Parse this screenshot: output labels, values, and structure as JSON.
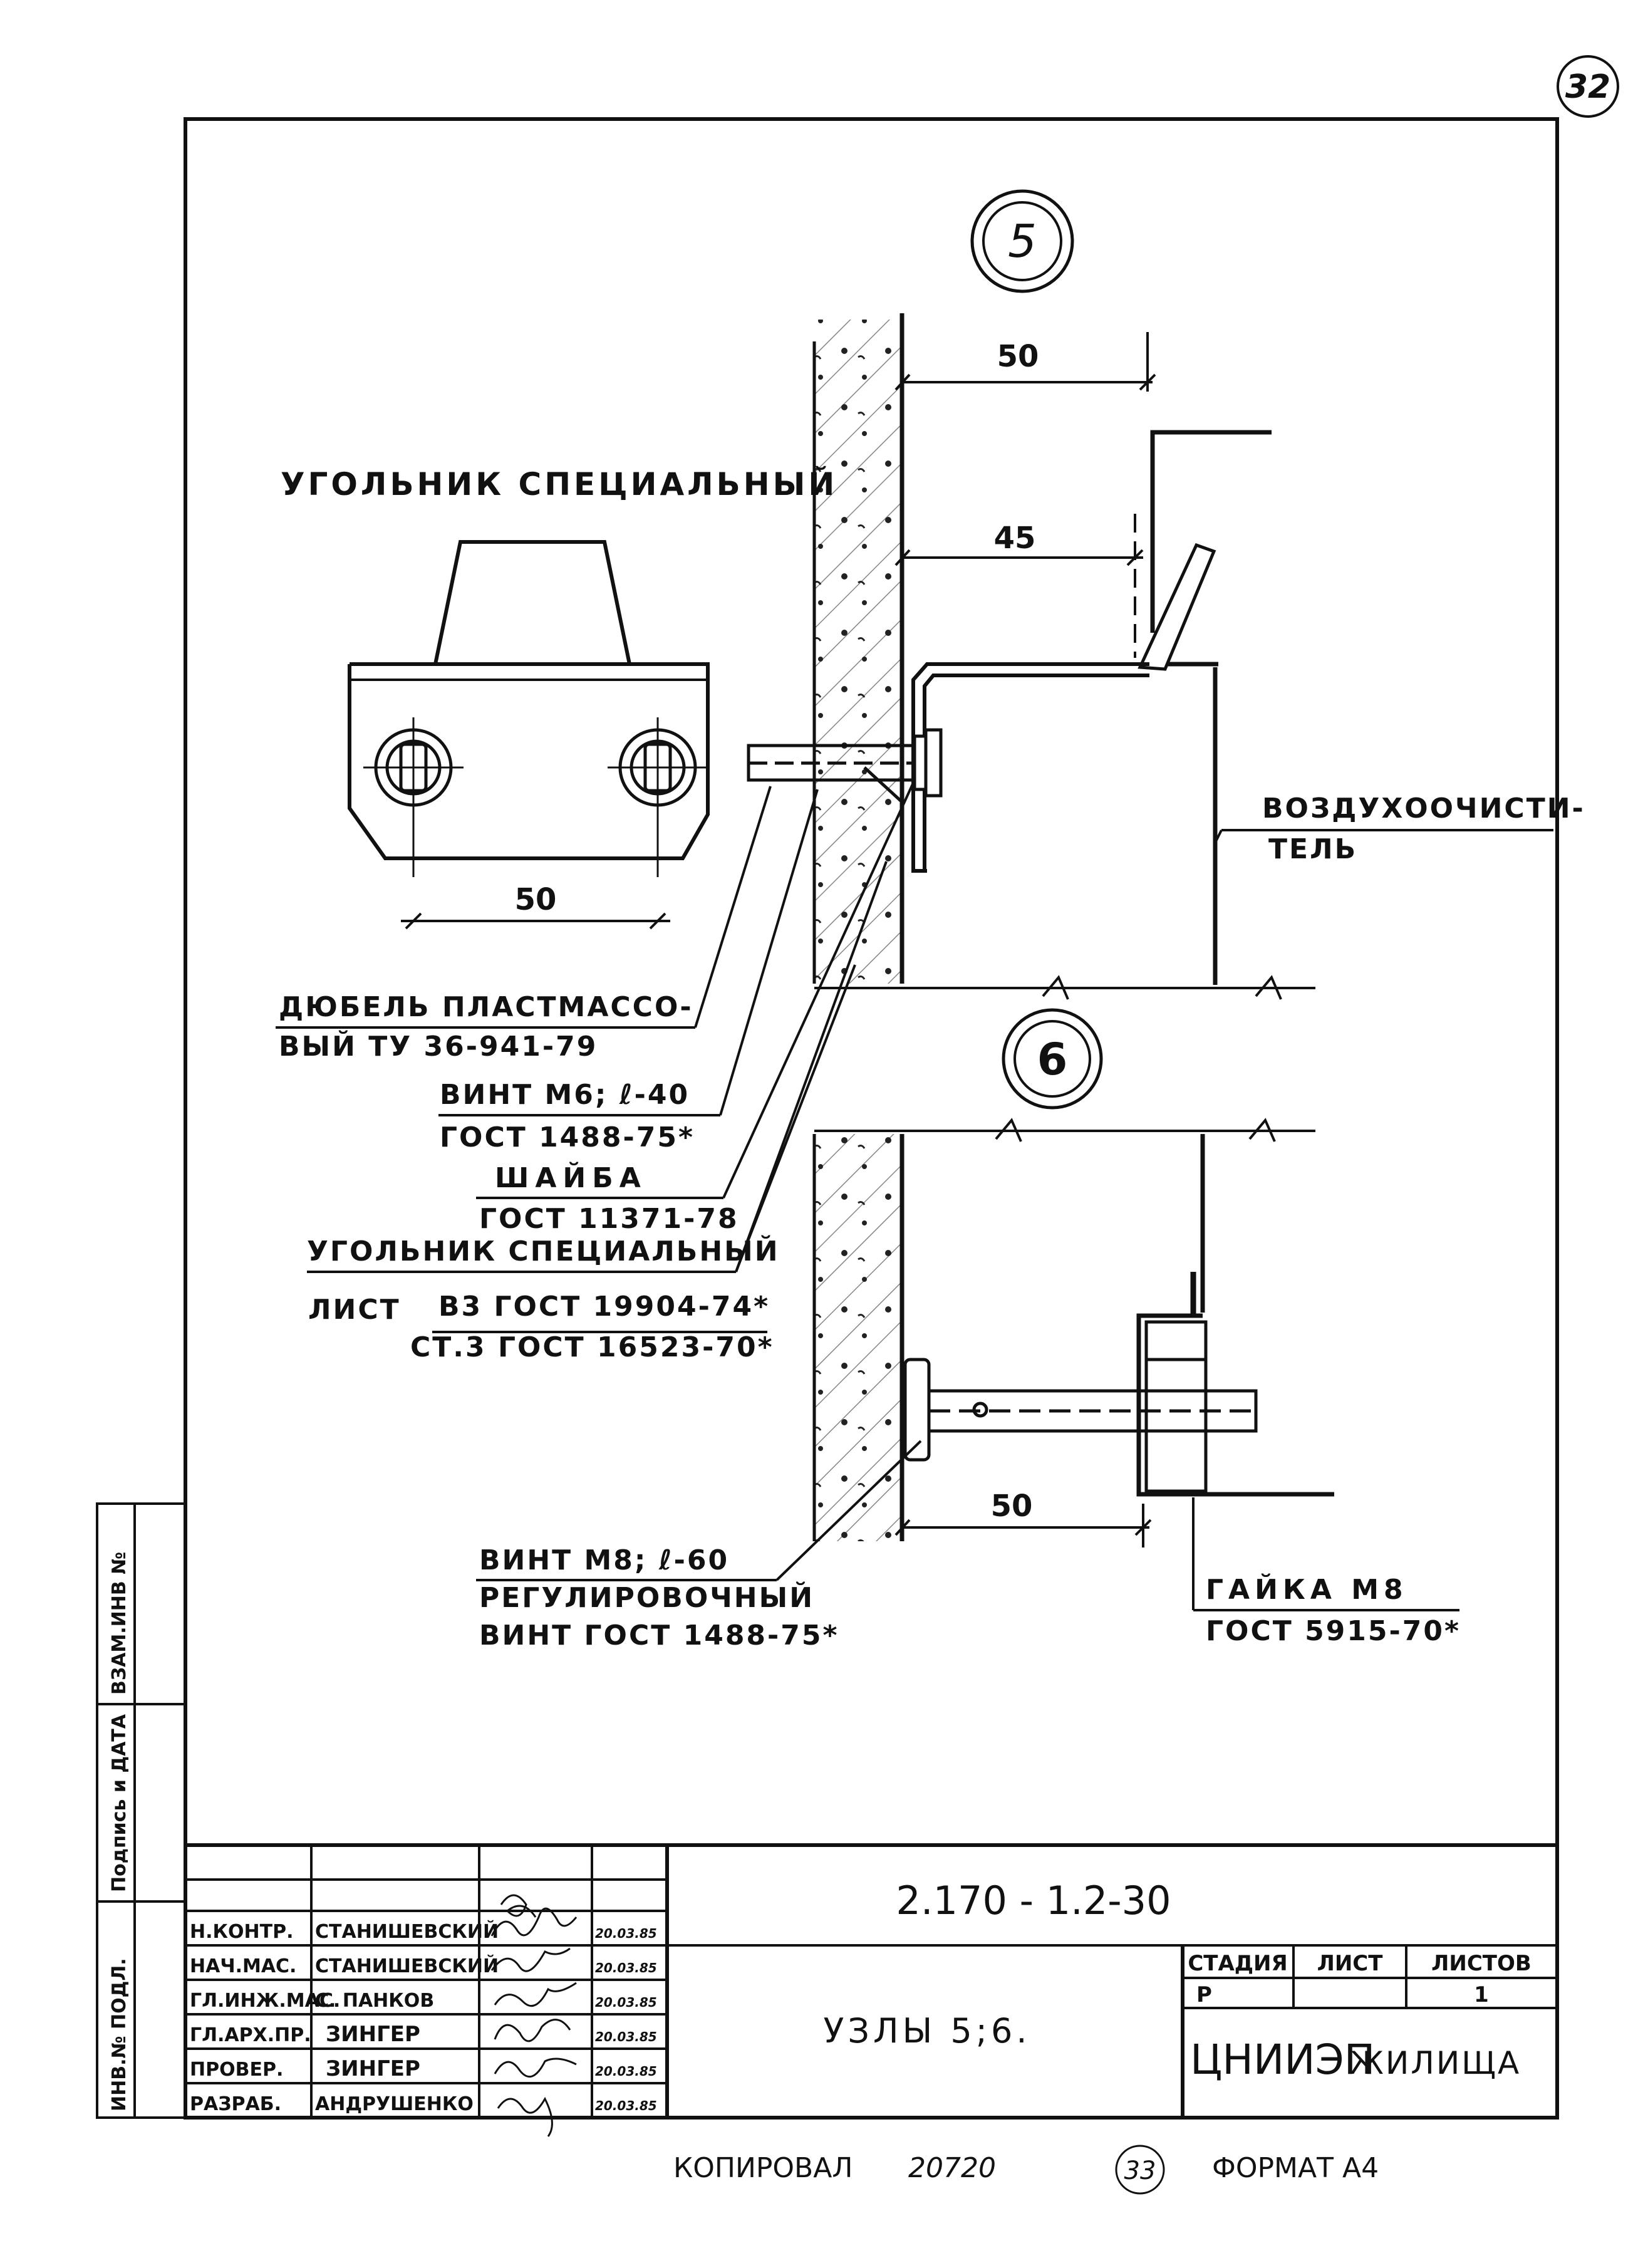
{
  "page_number": "32",
  "nodes": {
    "node_5": "5",
    "node_6": "6"
  },
  "corner_detail": {
    "title": "УГОЛЬНИК СПЕЦИАЛЬНЫЙ",
    "hole_spacing": "50"
  },
  "dimensions": {
    "top_50": "50",
    "top_45": "45",
    "bottom_50": "50"
  },
  "callouts": {
    "air_cleaner_1": "ВОЗДУХООЧИСТИ-",
    "air_cleaner_2": "ТЕЛЬ",
    "dowel_1": "ДЮБЕЛЬ ПЛАСТМАССО-",
    "dowel_2": "ВЫЙ ТУ 36-941-79",
    "screw_m6_1": "ВИНТ М6; ℓ-40",
    "screw_m6_2": "ГОСТ 1488-75*",
    "washer_1": "ШАЙБА",
    "washer_2": "ГОСТ 11371-78",
    "corner_title": "УГОЛЬНИК СПЕЦИАЛЬНЫЙ",
    "sheet_prefix": "ЛИСТ",
    "sheet_num": "В3 ГОСТ 19904-74*",
    "sheet_den": "СТ.3 ГОСТ 16523-70*",
    "screw_m8_1": "ВИНТ М8; ℓ-60",
    "screw_m8_2": "РЕГУЛИРОВОЧНЫЙ",
    "screw_m8_3": "ВИНТ ГОСТ 1488-75*",
    "nut_1": "ГАЙКА М8",
    "nut_2": "ГОСТ 5915-70*"
  },
  "side_stamp": {
    "inv_sub": "ВЗАМ.ИНВ №",
    "sign_date": "Подпись и ДАТА",
    "inv_orig": "ИНВ.№ ПОДЛ."
  },
  "title_block": {
    "code": "2.170 - 1.2-30",
    "title": "УЗЛЫ 5;6.",
    "stage_hdr": "СТАДИЯ",
    "sheet_hdr": "ЛИСТ",
    "sheets_hdr": "ЛИСТОВ",
    "stage": "Р",
    "sheets": "1",
    "org_a": "ЦНИИЭП",
    "org_b": "ЖИЛИЩА",
    "roles": [
      "Н.КОНТР.",
      "НАЧ.МАС.",
      "ГЛ.ИНЖ.МАС.",
      "ГЛ.АРХ.ПР.",
      "ПРОВЕР.",
      "РАЗРАБ."
    ],
    "names": [
      "СТАНИШЕВСКИЙ",
      "СТАНИШЕВСКИЙ",
      "С. ПАНКОВ",
      "ЗИНГЕР",
      "ЗИНГЕР",
      "АНДРУШЕНКО"
    ],
    "dates": [
      "20.03.85",
      "20.03.85",
      "20.03.85",
      "20.03.85",
      "20.03.85",
      "20.03.85"
    ]
  },
  "footer": {
    "copied_label": "КОПИРОВАЛ",
    "copied_num": "20720",
    "copy_page": "33",
    "format": "ФОРМАТ А4"
  }
}
